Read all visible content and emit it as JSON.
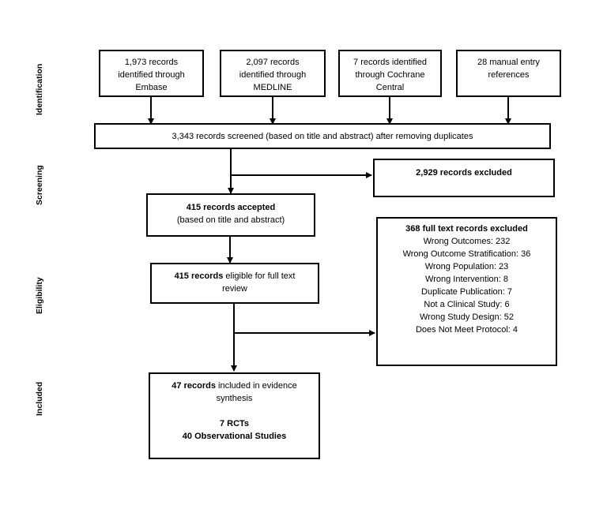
{
  "stages": {
    "identification": "Identification",
    "screening": "Screening",
    "eligibility": "Eligibility",
    "included": "Included"
  },
  "identification": {
    "embase": [
      "1,973 records",
      "identified through",
      "Embase"
    ],
    "medline": [
      "2,097 records",
      "identified through",
      "MEDLINE"
    ],
    "cochrane": [
      "7  records identified",
      "through Cochrane",
      "Central"
    ],
    "manual": [
      "28 manual entry",
      "references"
    ]
  },
  "screened": "3,343 records screened (based on title and abstract) after removing duplicates",
  "excluded_screening": "2,929 records excluded",
  "accepted": {
    "bold": "415 records accepted",
    "line2": "(based on title and abstract)"
  },
  "eligible": {
    "bold": "415 records",
    "rest": " eligible for full text",
    "line2": "review"
  },
  "fulltext_excluded": {
    "title": "368 full text records excluded",
    "reasons": [
      "Wrong Outcomes: 232",
      "Wrong Outcome Stratification: 36",
      "Wrong Population: 23",
      "Wrong Intervention: 8",
      "Duplicate Publication: 7",
      "Not a Clinical Study: 6",
      "Wrong Study Design: 52",
      "Does Not Meet Protocol: 4"
    ]
  },
  "included": {
    "bold": "47 records",
    "rest": " included in evidence",
    "line2": "synthesis",
    "rcts": "7 RCTs",
    "observational": "40 Observational Studies"
  }
}
